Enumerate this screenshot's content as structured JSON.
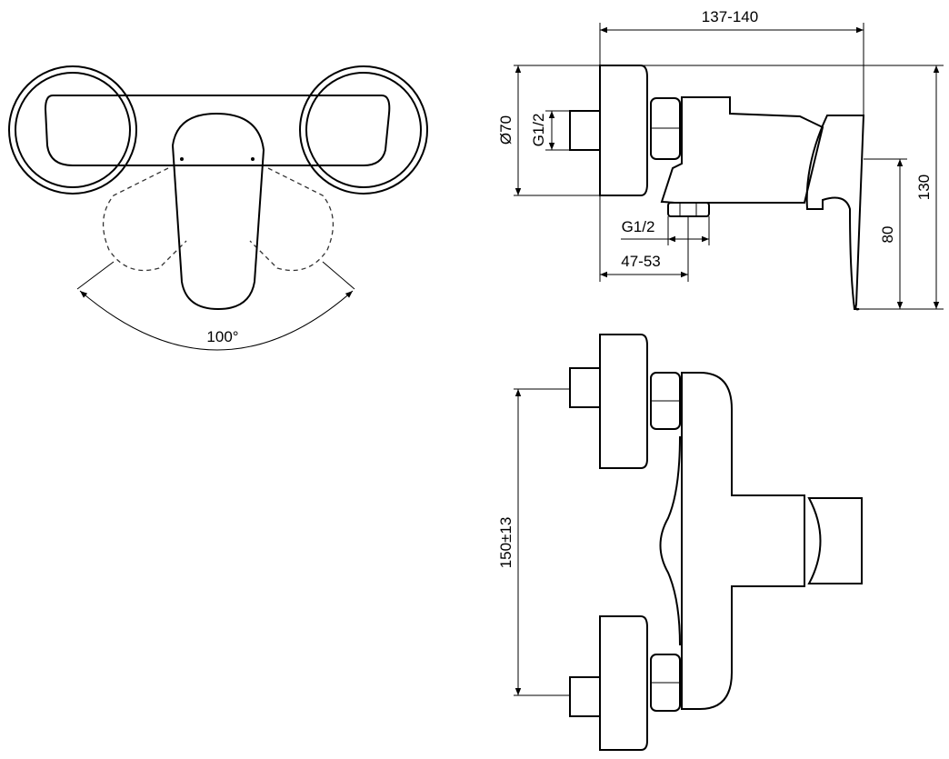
{
  "top_view": {
    "angle_label": "100°"
  },
  "side_view": {
    "depth_label": "137-140",
    "rosette_diameter_label": "Ø70",
    "inlet_thread_label": "G1/2",
    "outlet_thread_label": "G1/2",
    "outlet_offset_label": "47-53",
    "handle_height_label": "80",
    "total_height_label": "130"
  },
  "front_view": {
    "inlet_spacing_label": "150±13"
  }
}
